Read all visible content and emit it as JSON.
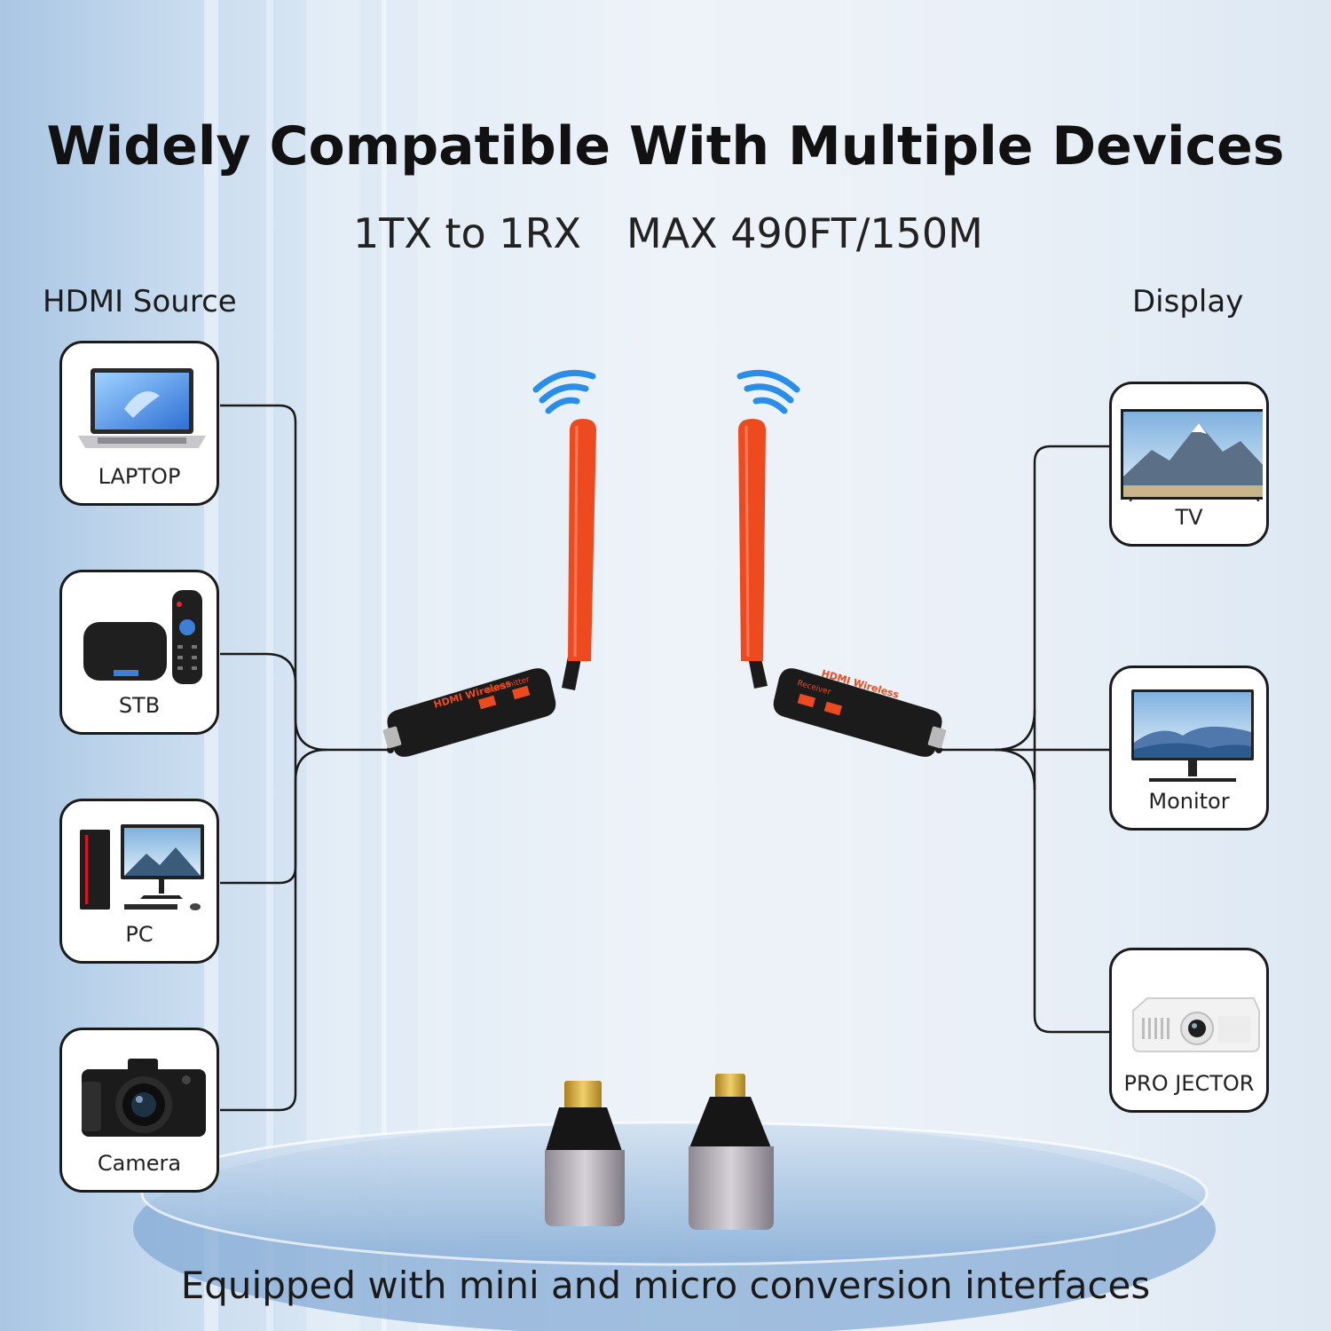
{
  "title": "Widely Compatible With Multiple Devices",
  "subtitle": {
    "pairing": "1TX to 1RX",
    "range": "MAX 490FT/150M"
  },
  "source_heading": "HDMI Source",
  "display_heading": "Display",
  "sources": [
    {
      "label": "LAPTOP",
      "icon": "laptop-icon"
    },
    {
      "label": "STB",
      "icon": "set-top-box-icon"
    },
    {
      "label": "PC",
      "icon": "desktop-pc-icon"
    },
    {
      "label": "Camera",
      "icon": "camera-icon"
    }
  ],
  "displays": [
    {
      "label": "TV",
      "icon": "tv-icon"
    },
    {
      "label": "Monitor",
      "icon": "monitor-icon"
    },
    {
      "label": "PRO JECTOR",
      "icon": "projector-icon"
    }
  ],
  "transmitter": {
    "brand": "HDMI Wireless",
    "role": "Transmitter"
  },
  "receiver": {
    "brand": "HDMI Wireless",
    "role": "Receiver"
  },
  "footer": "Equipped with mini and micro conversion interfaces",
  "colors": {
    "antenna": "#ee4a20",
    "wifi": "#2a8ee8",
    "line": "#1a1a1a",
    "body": "#1b1b1b"
  }
}
